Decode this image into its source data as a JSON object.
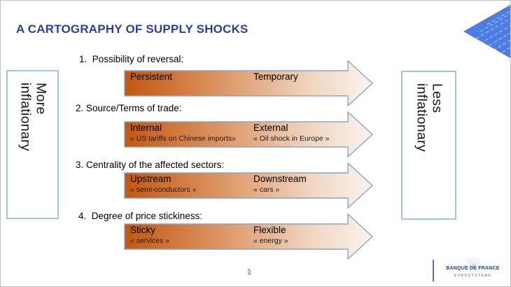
{
  "title": "A CARTOGRAPHY OF SUPPLY SHOCKS",
  "left_panel": {
    "label": "More\ninflationary"
  },
  "right_panel": {
    "label": "Less\ninflationary"
  },
  "rows": [
    {
      "number_label": "1.  Possibility of reversal:",
      "left": {
        "term": "Persistent",
        "subtitle": ""
      },
      "right": {
        "term": "Temporary",
        "subtitle": ""
      }
    },
    {
      "number_label": "2. Source/Terms of trade:",
      "left": {
        "term": "Internal",
        "subtitle": "« US tariffs on Chinese imports»"
      },
      "right": {
        "term": "External",
        "subtitle": "« Oil shock in Europe »"
      }
    },
    {
      "number_label": "3. Centrality of the affected sectors:",
      "left": {
        "term": "Upstream",
        "subtitle": "« semi-conductors »"
      },
      "right": {
        "term": "Downstream",
        "subtitle": "« cars »"
      }
    },
    {
      "number_label": "4.  Degree of price stickiness:",
      "left": {
        "term": "Sticky",
        "subtitle": "« services »"
      },
      "right": {
        "term": "Flexible",
        "subtitle": "« energy »"
      }
    }
  ],
  "footer": {
    "page_number": "5",
    "logo_line1": "BANQUE DE FRANCE",
    "logo_line2": "EUROSYSTÈME"
  },
  "icons": {
    "corner_logo": "banque-de-france-triangle-icon",
    "starburst": "bdf-starburst-icon"
  },
  "colors": {
    "title": "#2E3DA0",
    "gradient_start": "#C2570F",
    "gradient_mid": "#DD9766",
    "gradient_light": "#F0D5C0",
    "gradient_end": "#FAF4EF",
    "arrow_outline": "#8CA3C6",
    "panel_border": "#9DC3E6",
    "corner_logo_blue": "#4C7CE4",
    "corner_logo_stripe": "#8FB0F0",
    "bdf_logo_blue": "#27408B",
    "page_number_blue": "#3F51A5"
  }
}
